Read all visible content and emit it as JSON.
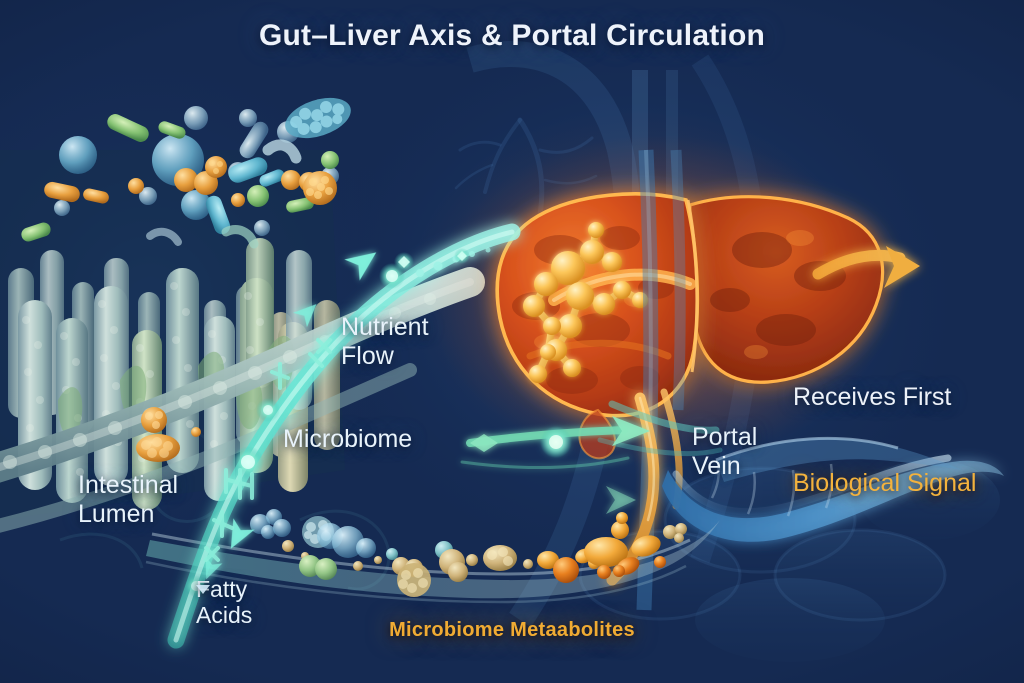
{
  "figure": {
    "title": "Gut–Liver Axis & Portal Circulation",
    "caption": "Microbiome Metaabolites",
    "background_color": "#152a52"
  },
  "labels": {
    "nutrient_flow": "Nutrient\nFlow",
    "microbiome": "Microbiome",
    "intestinal_lumen": "Intestinal\nLumen",
    "fatty_acids": "Fatty\nAcids",
    "portal_vein": "Portal\nVein",
    "receives_line1": "Receives First",
    "receives_line2": "Biological Signal"
  },
  "colors": {
    "background": "#152a52",
    "title_text": "#eef3fb",
    "label_text": "#e8f3fb",
    "accent_amber": "#f0ab33",
    "signal_gold": "#f3b23d",
    "liver_core": "#c8441a",
    "liver_rim": "#ffb347",
    "flow_teal": "#5fe6d2",
    "vein_blue": "#3f7fc4",
    "villi_pale": "#b8cfd2"
  },
  "anatomy": {
    "villi_region": "intestinal villi field, upper left",
    "liver": "two-lobed liver, right of center, glowing amber rim",
    "molecule_cluster": "golden molecular cluster inside left liver lobe",
    "portal_vein": "translucent blue vessel curving to the lower right",
    "metabolite_vessel": "lower vessel carrying teal-to-gold particles toward liver"
  },
  "arrows": [
    {
      "name": "nutrient-flow-arrow",
      "direction": "up-right",
      "color": "#5fe6d2"
    },
    {
      "name": "fatty-acid-return-arrow",
      "direction": "down-left",
      "color": "#5fe6d2"
    },
    {
      "name": "microbiome-transit-arrow",
      "direction": "right",
      "color": "#6fd8b0"
    },
    {
      "name": "liver-output-arrow",
      "direction": "right",
      "color": "#f0ab33"
    }
  ]
}
